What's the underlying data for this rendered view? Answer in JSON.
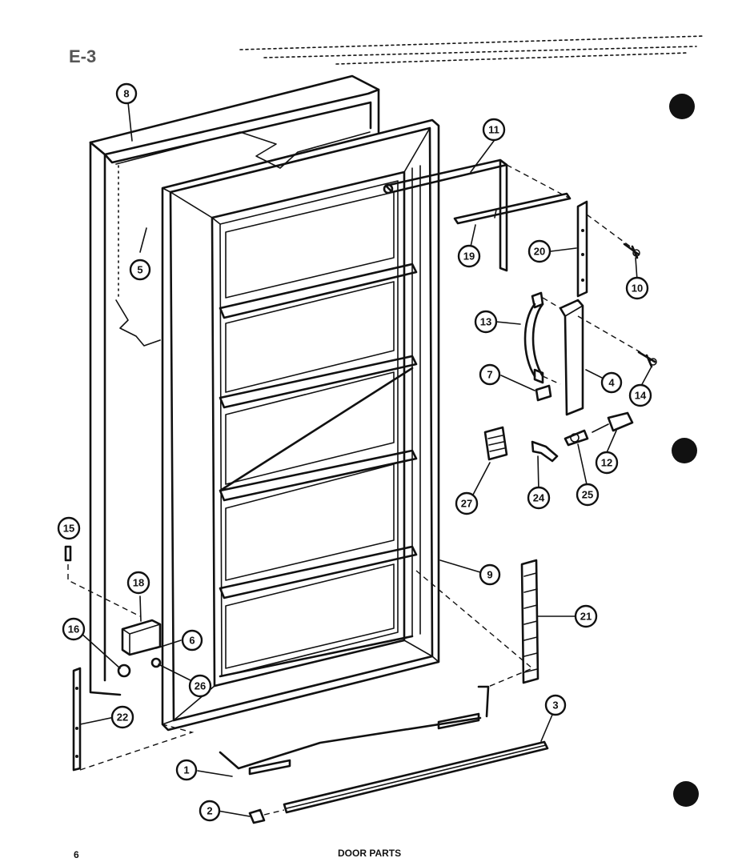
{
  "corner_label": "E-3",
  "page_number": "6",
  "caption": "DOOR PARTS",
  "callouts": [
    "8",
    "5",
    "11",
    "19",
    "20",
    "10",
    "13",
    "4",
    "14",
    "7",
    "27",
    "24",
    "25",
    "12",
    "15",
    "18",
    "9",
    "21",
    "16",
    "6",
    "26",
    "22",
    "3",
    "1",
    "2"
  ],
  "colors": {
    "ink": "#111111",
    "paper": "#ffffff"
  }
}
